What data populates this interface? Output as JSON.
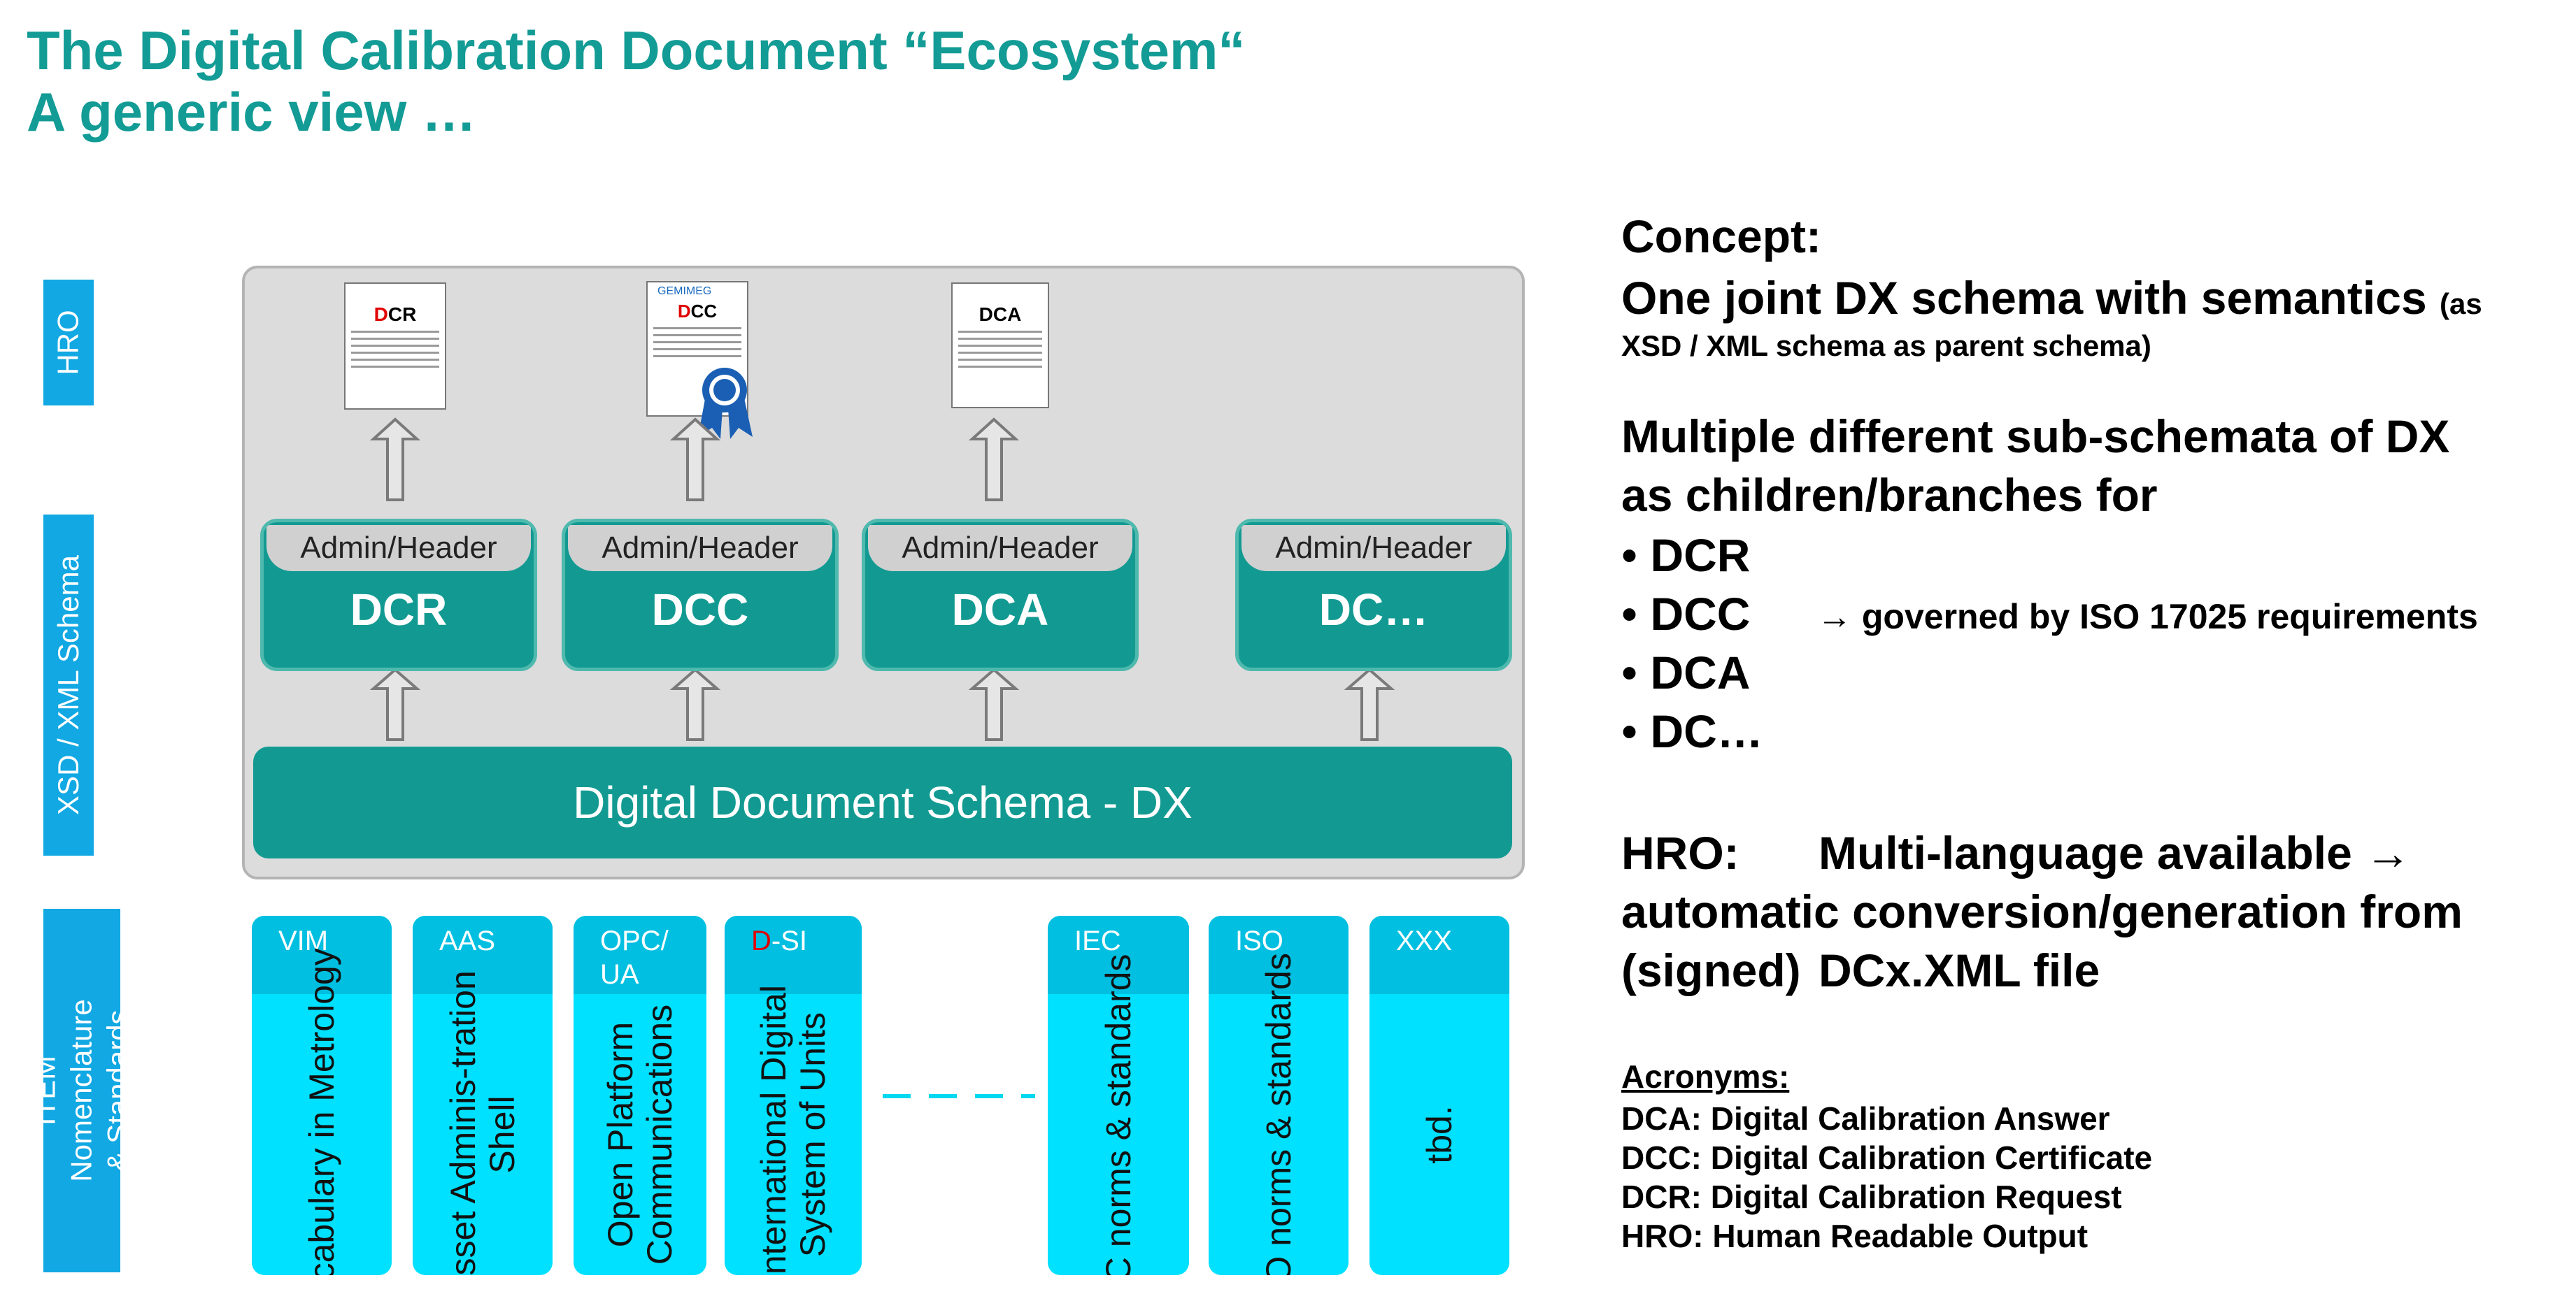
{
  "title": {
    "line1": "The Digital Calibration Document “Ecosystem“",
    "line2": "A generic view …"
  },
  "bands": {
    "hro": "HRO",
    "xsd": "XSD / XML Schema",
    "item": "ITEM Nomenclature & Standards"
  },
  "documents": [
    {
      "label_prefix": "D",
      "label_rest": "CR",
      "logo": ""
    },
    {
      "label_prefix": "D",
      "label_rest": "CC",
      "logo": "GEMIMEG"
    },
    {
      "label_prefix": "",
      "label_rest": "DCA",
      "logo": ""
    }
  ],
  "schemas": [
    {
      "header": "Admin/Header",
      "name": "DCR"
    },
    {
      "header": "Admin/Header",
      "name": "DCC"
    },
    {
      "header": "Admin/Header",
      "name": "DCA"
    },
    {
      "header": "Admin/Header",
      "name": "DC…"
    }
  ],
  "dx_bar": "Digital Document Schema - DX",
  "standards": [
    {
      "abbr": "VIM",
      "desc": "Vocabulary in Metrology"
    },
    {
      "abbr": "AAS",
      "desc": "Asset Adminis-tration Shell"
    },
    {
      "abbr": "OPC/ UA",
      "desc": "Open Platform Communications"
    },
    {
      "abbr_red": "D",
      "abbr": "-SI",
      "desc": "International Digital System of Units"
    },
    {
      "abbr": "IEC",
      "desc": "IEC norms & standards"
    },
    {
      "abbr": "ISO",
      "desc": "ISO norms & standards"
    },
    {
      "abbr": "XXX",
      "desc": "tbd."
    }
  ],
  "right": {
    "concept_label": "Concept:",
    "concept_main": "One joint DX schema with semantics",
    "concept_small_a": "(as",
    "concept_small_b": "XSD / XML schema as parent schema)",
    "multi_1": "Multiple different sub-schemata of DX",
    "multi_2": "as children/branches for",
    "bullets": [
      "DCR",
      "DCC",
      "DCA",
      "DC…"
    ],
    "dcc_note": "→ governed by ISO 17025 requirements",
    "hro_label": "HRO:",
    "hro_1": "Multi-language available →",
    "hro_2": "automatic conversion/generation from",
    "hro_3a": "(signed)",
    "hro_3b": "DCx.XML file",
    "acronyms_title": "Acronyms:",
    "acronyms": [
      "DCA: Digital Calibration Answer",
      "DCC: Digital Calibration Certificate",
      "DCR: Digital Calibration Request",
      "HRO: Human Readable Output"
    ]
  },
  "colors": {
    "title": "#139b95",
    "schema_teal": "#129a92",
    "band_blue": "#11a8e3",
    "std_cyan": "#00e0ff",
    "std_cap": "#00bfe0",
    "red": "#e00000"
  }
}
